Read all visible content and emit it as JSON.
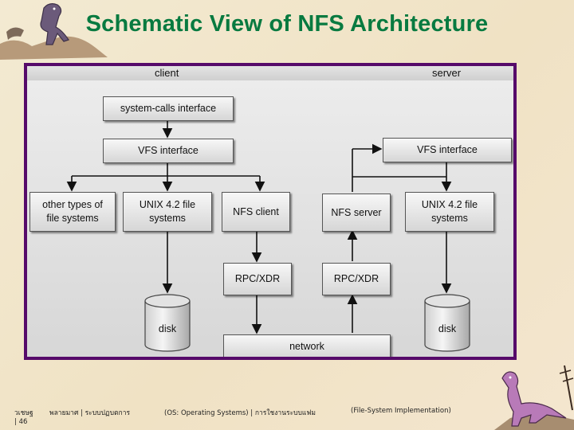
{
  "slide": {
    "title": "Schematic View of NFS Architecture"
  },
  "diagram": {
    "header_left": "client",
    "header_right": "server",
    "boxes": {
      "syscalls": "system-calls interface",
      "vfs_client": "VFS interface",
      "other_fs": "other types of\nfile systems",
      "unix_client": "UNIX 4.2 file\nsystems",
      "nfs_client": "NFS client",
      "rpc_client": "RPC/XDR",
      "nfs_server": "NFS server",
      "rpc_server": "RPC/XDR",
      "vfs_server": "VFS interface",
      "unix_server": "UNIX 4.2 file\nsystems",
      "network": "network"
    },
    "disk_client": "disk",
    "disk_server": "disk"
  },
  "footer": {
    "author": "วเชษฐ",
    "page_prefix": "| 46",
    "affiliation": "พลายมาศ | ระบบปฏบตการ",
    "course": "(OS: Operating Systems) | การใชงานระบบแฟม",
    "topic": "(File-System Implementation)"
  },
  "colors": {
    "title": "#087a40",
    "frame": "#560a6a"
  }
}
